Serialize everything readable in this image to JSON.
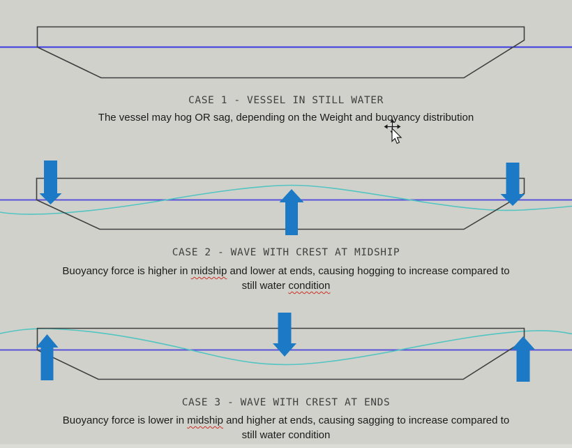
{
  "colors": {
    "background": "#cfd1ca",
    "bottom_strip": "#dadcd5",
    "hull_outline": "#3f3f3f",
    "waterline_still": "#3b39e0",
    "waterline_mean": "#5a52d8",
    "wave": "#52c4c2",
    "force_arrow": "#1b79c6",
    "case_title": "#3f3f3f",
    "body_text": "#1b1b1b",
    "spellcheck_underline": "#cc2f26",
    "cursor_fill": "#ffffff",
    "cursor_outline": "#1a1a1a"
  },
  "cursor": {
    "type": "move-arrow-pointer"
  },
  "cases": [
    {
      "title": "CASE 1 - VESSEL IN STILL WATER",
      "line1": {
        "pre": "The vessel may hog OR sag, depending on the Weight and buoyancy distribution",
        "flagged": "",
        "post": ""
      },
      "line2": {
        "pre": "",
        "flagged": ""
      }
    },
    {
      "title": "CASE 2 - WAVE WITH CREST AT MIDSHIP",
      "line1": {
        "pre": "Buoyancy force is higher in ",
        "flagged": "midship",
        "post": " and lower at ends, causing hogging to increase compared to"
      },
      "line2": {
        "pre": "still water ",
        "flagged": "condition"
      }
    },
    {
      "title": "CASE 3 - WAVE WITH CREST AT ENDS",
      "line1": {
        "pre": "Buoyancy force is lower in ",
        "flagged": "midship",
        "post": " and higher at ends, causing sagging to increase compared to"
      },
      "line2": {
        "pre": "still water condition",
        "flagged": ""
      }
    }
  ]
}
